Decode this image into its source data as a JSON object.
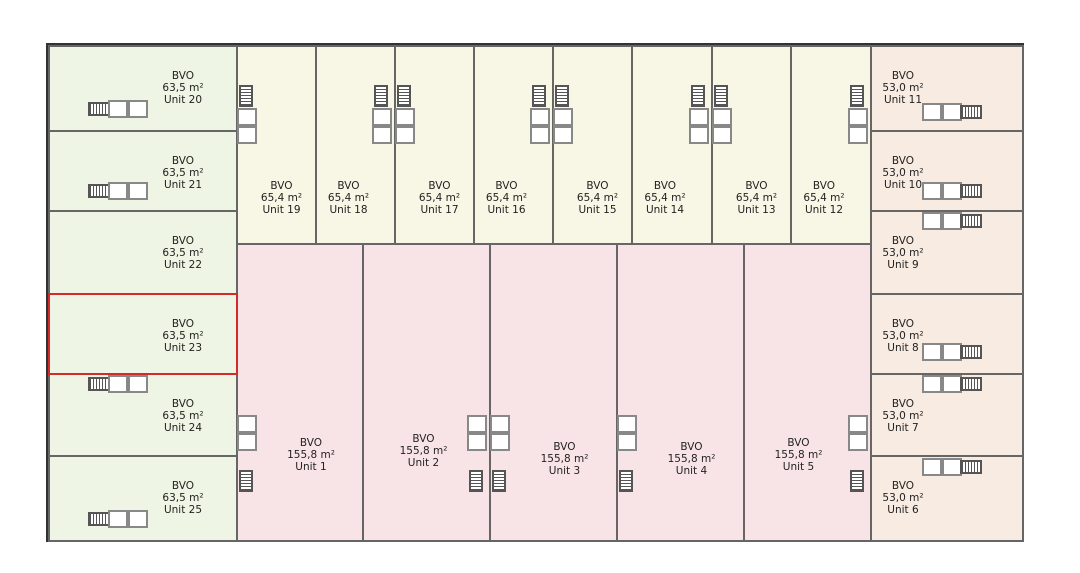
{
  "units": [
    {
      "id": "unit-20",
      "type": "BVO",
      "area": "63,5 m²",
      "name": "Unit 20",
      "zone": "green"
    },
    {
      "id": "unit-21",
      "type": "BVO",
      "area": "63,5 m²",
      "name": "Unit 21",
      "zone": "green"
    },
    {
      "id": "unit-22",
      "type": "BVO",
      "area": "63,5 m²",
      "name": "Unit 22",
      "zone": "green"
    },
    {
      "id": "unit-23",
      "type": "BVO",
      "area": "63,5 m²",
      "name": "Unit 23",
      "zone": "green",
      "selected": true
    },
    {
      "id": "unit-24",
      "type": "BVO",
      "area": "63,5 m²",
      "name": "Unit 24",
      "zone": "green"
    },
    {
      "id": "unit-25",
      "type": "BVO",
      "area": "63,5 m²",
      "name": "Unit 25",
      "zone": "green"
    },
    {
      "id": "unit-19",
      "type": "BVO",
      "area": "65,4 m²",
      "name": "Unit 19",
      "zone": "cream"
    },
    {
      "id": "unit-18",
      "type": "BVO",
      "area": "65,4 m²",
      "name": "Unit 18",
      "zone": "cream"
    },
    {
      "id": "unit-17",
      "type": "BVO",
      "area": "65,4 m²",
      "name": "Unit 17",
      "zone": "cream"
    },
    {
      "id": "unit-16",
      "type": "BVO",
      "area": "65,4 m²",
      "name": "Unit 16",
      "zone": "cream"
    },
    {
      "id": "unit-15",
      "type": "BVO",
      "area": "65,4 m²",
      "name": "Unit 15",
      "zone": "cream"
    },
    {
      "id": "unit-14",
      "type": "BVO",
      "area": "65,4 m²",
      "name": "Unit 14",
      "zone": "cream"
    },
    {
      "id": "unit-13",
      "type": "BVO",
      "area": "65,4 m²",
      "name": "Unit 13",
      "zone": "cream"
    },
    {
      "id": "unit-12",
      "type": "BVO",
      "area": "65,4 m²",
      "name": "Unit 12",
      "zone": "cream"
    },
    {
      "id": "unit-1",
      "type": "BVO",
      "area": "155,8 m²",
      "name": "Unit 1",
      "zone": "pink"
    },
    {
      "id": "unit-2",
      "type": "BVO",
      "area": "155,8 m²",
      "name": "Unit 2",
      "zone": "pink"
    },
    {
      "id": "unit-3",
      "type": "BVO",
      "area": "155,8 m²",
      "name": "Unit 3",
      "zone": "pink"
    },
    {
      "id": "unit-4",
      "type": "BVO",
      "area": "155,8 m²",
      "name": "Unit 4",
      "zone": "pink"
    },
    {
      "id": "unit-5",
      "type": "BVO",
      "area": "155,8 m²",
      "name": "Unit 5",
      "zone": "pink"
    },
    {
      "id": "unit-11",
      "type": "BVO",
      "area": "53,0 m²",
      "name": "Unit 11",
      "zone": "peach"
    },
    {
      "id": "unit-10",
      "type": "BVO",
      "area": "53,0 m²",
      "name": "Unit 10",
      "zone": "peach"
    },
    {
      "id": "unit-9",
      "type": "BVO",
      "area": "53,0 m²",
      "name": "Unit 9",
      "zone": "peach"
    },
    {
      "id": "unit-8",
      "type": "BVO",
      "area": "53,0 m²",
      "name": "Unit 8",
      "zone": "peach"
    },
    {
      "id": "unit-7",
      "type": "BVO",
      "area": "53,0 m²",
      "name": "Unit 7",
      "zone": "peach"
    },
    {
      "id": "unit-6",
      "type": "BVO",
      "area": "53,0 m²",
      "name": "Unit 6",
      "zone": "peach"
    }
  ],
  "colors": {
    "green": "#eef5e4",
    "cream": "#f8f7e6",
    "pink": "#f8e4e6",
    "peach": "#f8ebe2",
    "selected": "#d42a2a"
  }
}
